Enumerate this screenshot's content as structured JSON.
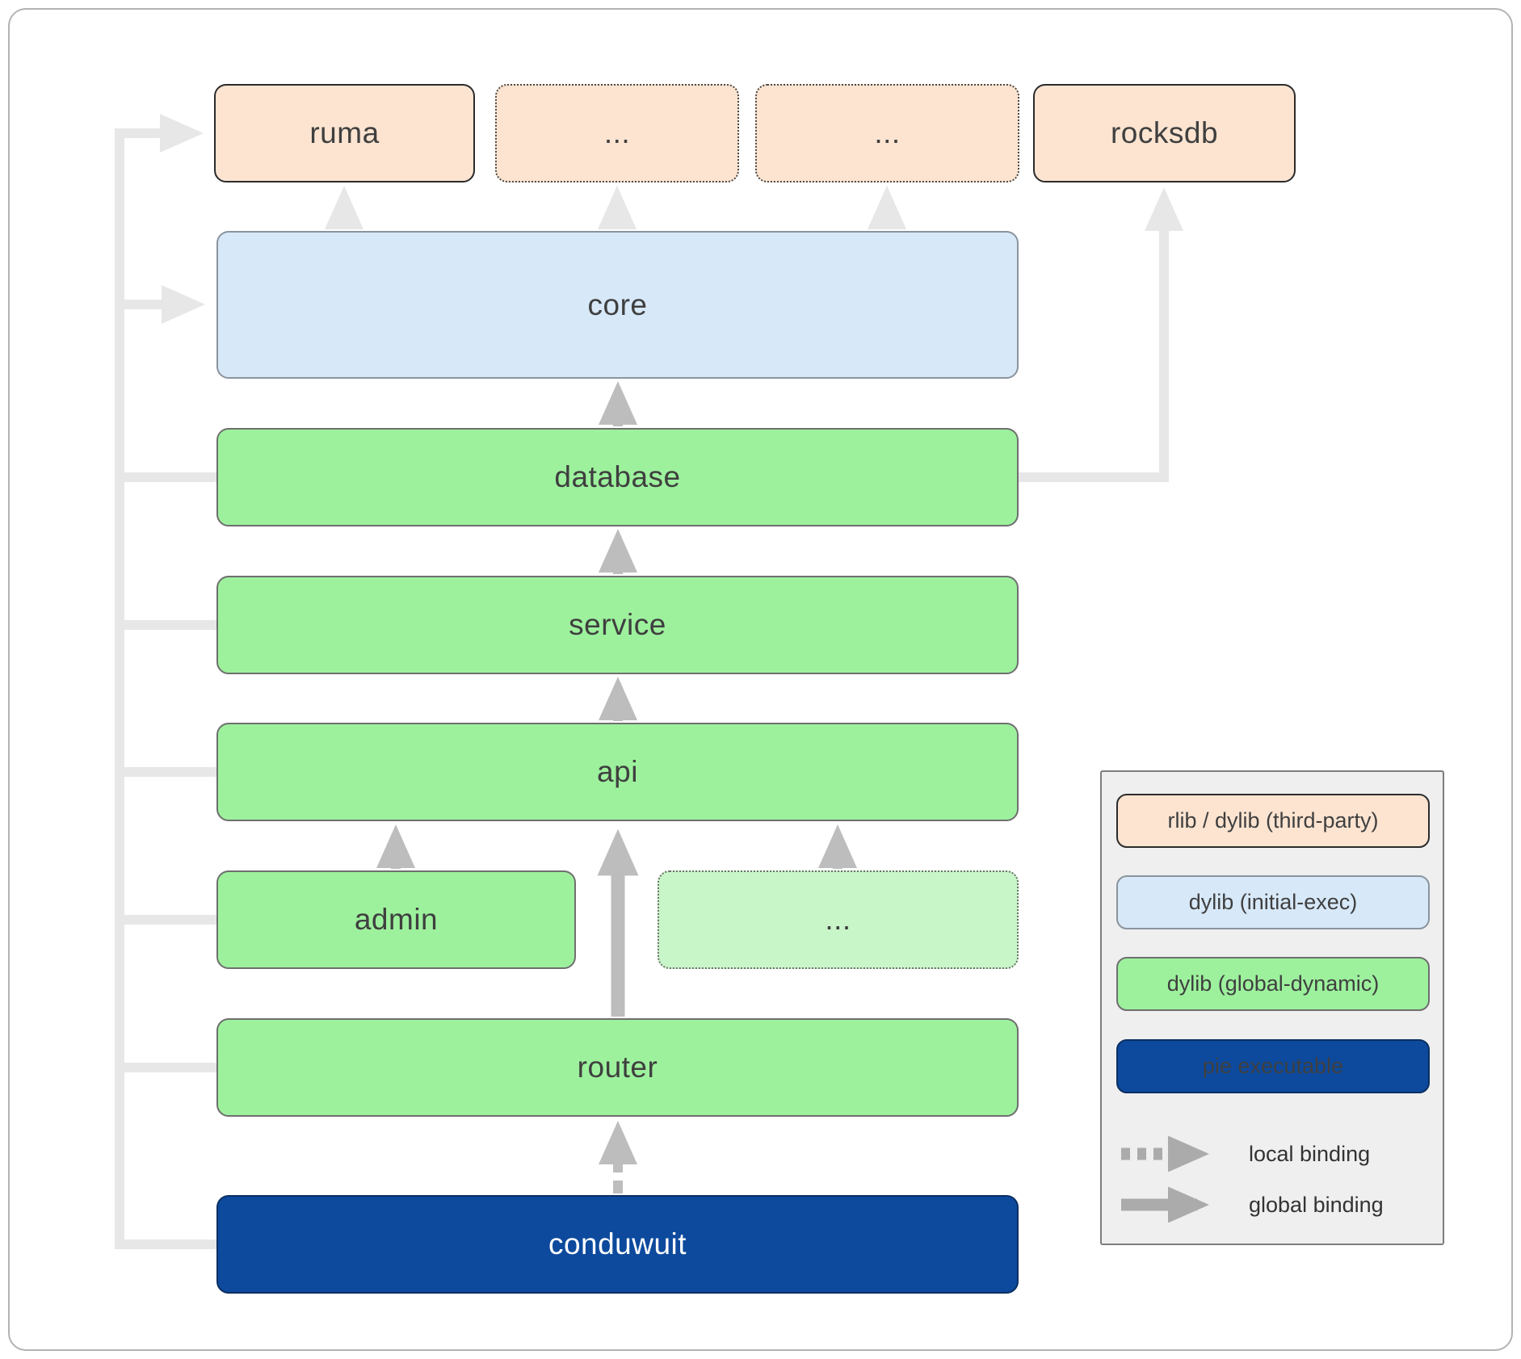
{
  "nodes": {
    "ruma": "ruma",
    "ellipsis_top_left": "...",
    "ellipsis_top_right": "...",
    "rocksdb": "rocksdb",
    "core": "core",
    "database": "database",
    "service": "service",
    "api": "api",
    "admin": "admin",
    "ellipsis_mid": "...",
    "router": "router",
    "conduwuit": "conduwuit"
  },
  "legend": {
    "swatches": [
      {
        "label": "rlib / dylib (third-party)",
        "type": "third-party"
      },
      {
        "label": "dylib (initial-exec)",
        "type": "initial-exec"
      },
      {
        "label": "dylib (global-dynamic)",
        "type": "global-dynamic"
      },
      {
        "label": "pie executable",
        "type": "pie-executable"
      }
    ],
    "local_binding": "local binding",
    "global_binding": "global binding"
  },
  "colors": {
    "third_party_fill": "#fce4d1",
    "initial_exec_fill": "#d7e8f8",
    "global_dynamic_fill": "#9df19d",
    "global_dynamic_light_fill": "#c9f6c9",
    "pie_fill": "#0d4a9d",
    "arrow_light": "#e7e7e7",
    "arrow_mid": "#bdbdbd",
    "legend_bg": "#efefef"
  }
}
